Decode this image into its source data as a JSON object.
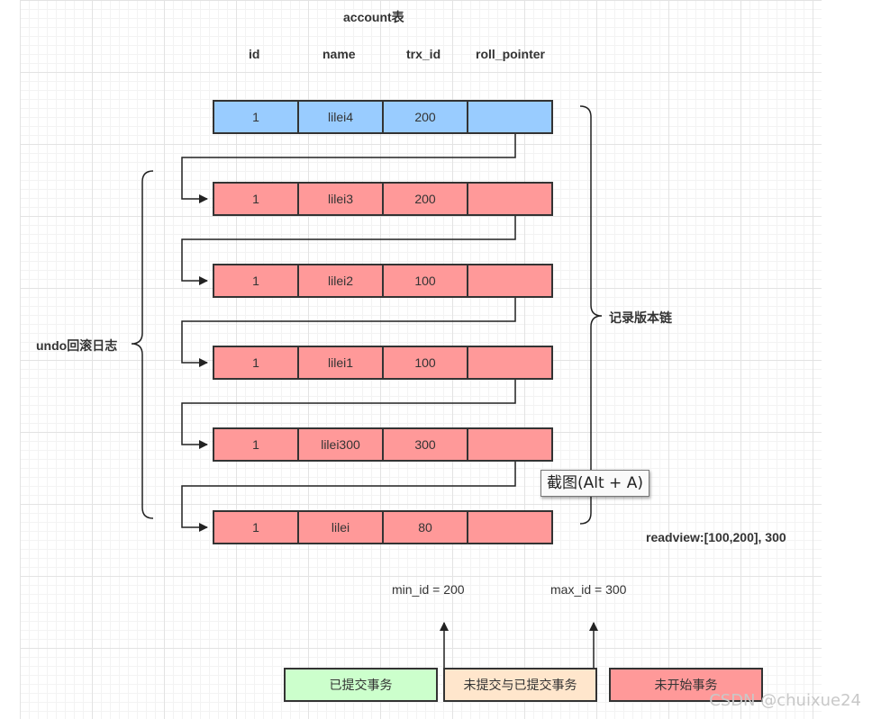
{
  "table": {
    "title": "account表",
    "columns": [
      "id",
      "name",
      "trx_id",
      "roll_pointer"
    ],
    "rows": [
      {
        "id": "1",
        "name": "lilei4",
        "trx_id": "200",
        "roll_pointer": "",
        "state": "current"
      },
      {
        "id": "1",
        "name": "lilei3",
        "trx_id": "200",
        "roll_pointer": "",
        "state": "undo"
      },
      {
        "id": "1",
        "name": "lilei2",
        "trx_id": "100",
        "roll_pointer": "",
        "state": "undo"
      },
      {
        "id": "1",
        "name": "lilei1",
        "trx_id": "100",
        "roll_pointer": "",
        "state": "undo"
      },
      {
        "id": "1",
        "name": "lilei300",
        "trx_id": "300",
        "roll_pointer": "",
        "state": "undo"
      },
      {
        "id": "1",
        "name": "lilei",
        "trx_id": "80",
        "roll_pointer": "",
        "state": "undo"
      }
    ]
  },
  "labels": {
    "undo_log": "undo回滚日志",
    "version_chain": "记录版本链",
    "readview": "readview:[100,200], 300",
    "min_id": "min_id = 200",
    "max_id": "max_id = 300"
  },
  "legend": {
    "committed": "已提交事务",
    "mixed": "未提交与已提交事务",
    "not_started": "未开始事务"
  },
  "tooltip": "截图(Alt + A)",
  "watermark": "CSDN @chuixue24",
  "colors": {
    "current_row": "#99ccff",
    "undo_row": "#ff9999",
    "committed": "#ccffcc",
    "mixed": "#ffe6cc",
    "not_started": "#ff9999"
  }
}
